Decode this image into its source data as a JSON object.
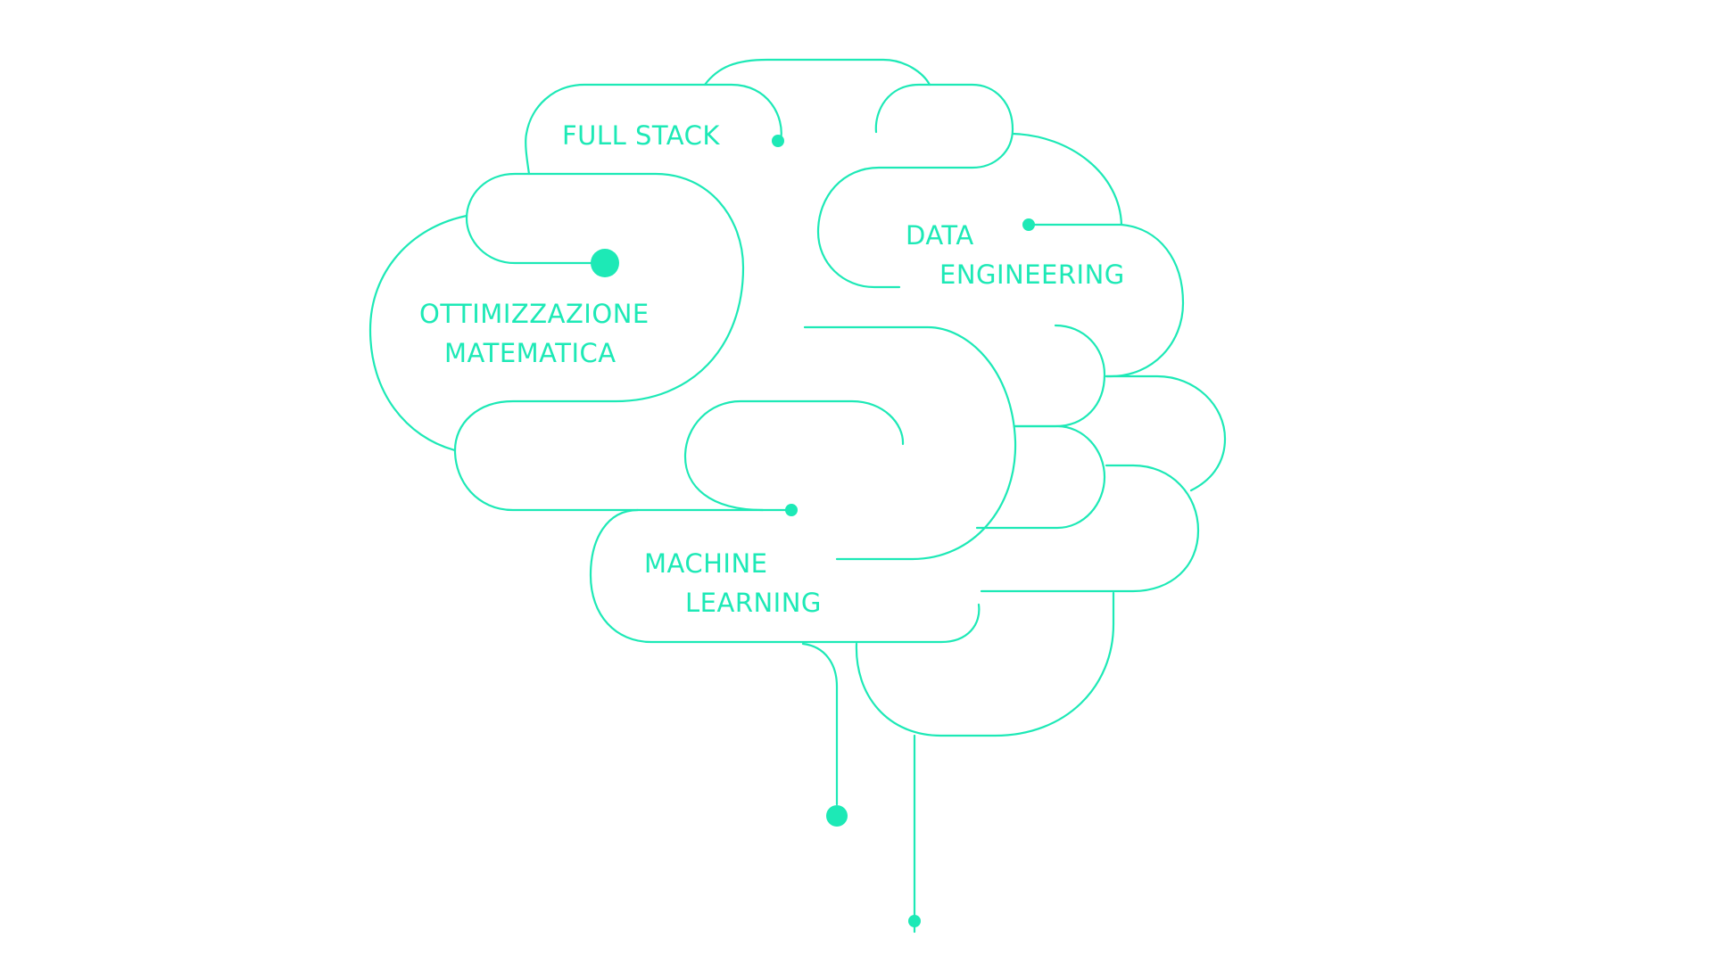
{
  "diagram": {
    "labels": {
      "full_stack": "FULL STACK",
      "data_line1": "DATA",
      "data_line2": "ENGINEERING",
      "ottimizzazione_line1": "OTTIMIZZAZIONE",
      "ottimizzazione_line2": "MATEMATICA",
      "machine_line1": "MACHINE",
      "machine_line2": "LEARNING"
    },
    "colors": {
      "accent": "#1de9b6",
      "background": "#ffffff"
    }
  }
}
